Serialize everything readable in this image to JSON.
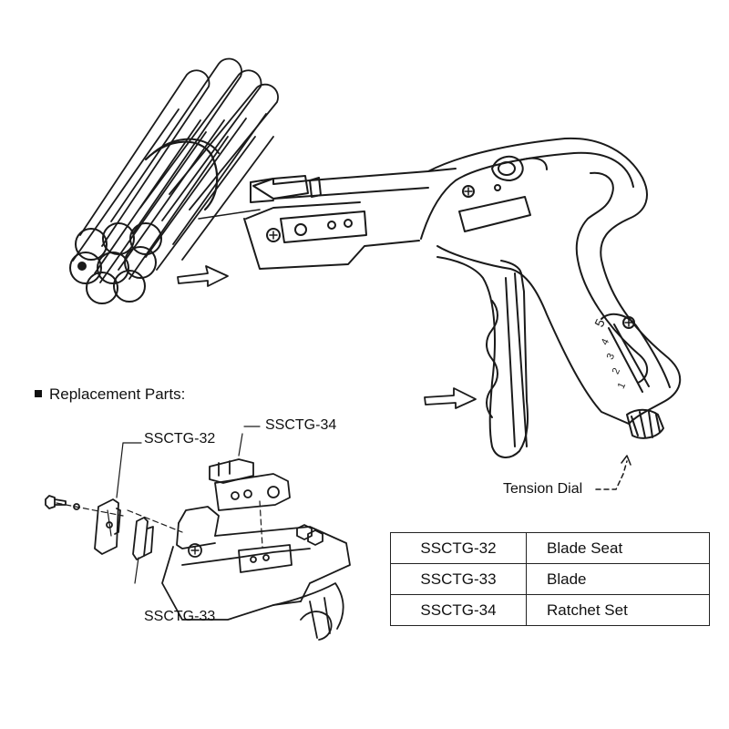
{
  "header": {
    "title": "Replacement Parts:"
  },
  "callouts": {
    "tension_dial": "Tension Dial",
    "part_32": "SSCTG-32",
    "part_33": "SSCTG-33",
    "part_34": "SSCTG-34"
  },
  "dial_scale": [
    "5",
    "4",
    "3",
    "2",
    "1"
  ],
  "parts_table": [
    {
      "code": "SSCTG-32",
      "name": "Blade Seat"
    },
    {
      "code": "SSCTG-33",
      "name": "Blade"
    },
    {
      "code": "SSCTG-34",
      "name": "Ratchet Set"
    }
  ]
}
